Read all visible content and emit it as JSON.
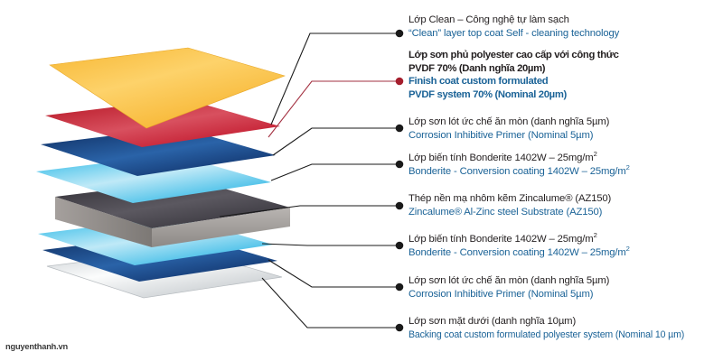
{
  "watermark": "nguyenthanh.vn",
  "colors": {
    "vietnamese_text": "#231f20",
    "english_text": "#1b6397",
    "leader_default": "#1a1a1a",
    "leader_accent": "#a33040",
    "layer_clean": "#fcc23f",
    "layer_finish": "#c8152a",
    "layer_primer_top": "#123a73",
    "layer_bonderite_top": "#2ec4ef",
    "layer_substrate": "#3b3a3f",
    "layer_substrate_side": "#9a9694",
    "layer_bonderite_bottom": "#2ec4ef",
    "layer_primer_bottom": "#123a73",
    "layer_backing": "#d9dde0"
  },
  "layers": [
    {
      "id": "clean",
      "name": "Lop Clean"
    },
    {
      "id": "finish-coat",
      "name": "Lop son phu polyester"
    },
    {
      "id": "primer-top",
      "name": "Lop son lot uc che an mon"
    },
    {
      "id": "bonderite-top",
      "name": "Lop bien tinh Bonderite"
    },
    {
      "id": "steel-substrate",
      "name": "Thep nen ma nhom kem Zincalume"
    },
    {
      "id": "bonderite-bottom",
      "name": "Lop bien tinh Bonderite"
    },
    {
      "id": "primer-bottom",
      "name": "Lop son lot uc che an mon"
    },
    {
      "id": "backing-coat",
      "name": "Lop son mat duoi"
    }
  ],
  "callouts": [
    {
      "id": "clean",
      "emphasis": false,
      "vn": [
        "Lớp Clean – Công nghệ tự làm sạch"
      ],
      "en": [
        "“Clean” layer top coat   Self - cleaning technology"
      ]
    },
    {
      "id": "finish-coat",
      "emphasis": true,
      "vn": [
        "Lớp sơn phủ polyester cao cấp với công thức",
        "PVDF 70% (Danh nghĩa 20µm)"
      ],
      "en": [
        "Finish coat custom formulated",
        "PVDF system 70% (Nominal 20µm)"
      ]
    },
    {
      "id": "primer-top",
      "emphasis": false,
      "vn": [
        "Lớp sơn lót ức chế ăn mòn (danh nghĩa 5µm)"
      ],
      "en": [
        "Corrosion Inhibitive Primer (Nominal 5µm)"
      ]
    },
    {
      "id": "bonderite-top",
      "emphasis": false,
      "vn_pre": "Lớp biến tính Bonderite 1402W – 25mg/m",
      "vn_sup": "2",
      "en_pre": "Bonderite - Conversion coating 1402W – 25mg/m",
      "en_sup": "2"
    },
    {
      "id": "steel-substrate",
      "emphasis": false,
      "vn": [
        "Thép nền mạ nhôm kẽm Zincalume® (AZ150)"
      ],
      "en": [
        "Zincalume® Al-Zinc steel Substrate (AZ150)"
      ]
    },
    {
      "id": "bonderite-bottom",
      "emphasis": false,
      "vn_pre": "Lớp biến tính Bonderite 1402W – 25mg/m",
      "vn_sup": "2",
      "en_pre": "Bonderite - Conversion coating 1402W – 25mg/m",
      "en_sup": "2"
    },
    {
      "id": "primer-bottom",
      "emphasis": false,
      "vn": [
        "Lớp sơn lót ức chế ăn mòn (danh nghĩa 5µm)"
      ],
      "en": [
        "Corrosion Inhibitive Primer (Nominal 5µm)"
      ]
    },
    {
      "id": "backing-coat",
      "emphasis": false,
      "vn": [
        "Lớp sơn mặt dưới (danh nghĩa 10µm)"
      ],
      "en": [
        "Backing coat custom formulated polyester system (Nominal 10 µm)"
      ]
    }
  ]
}
